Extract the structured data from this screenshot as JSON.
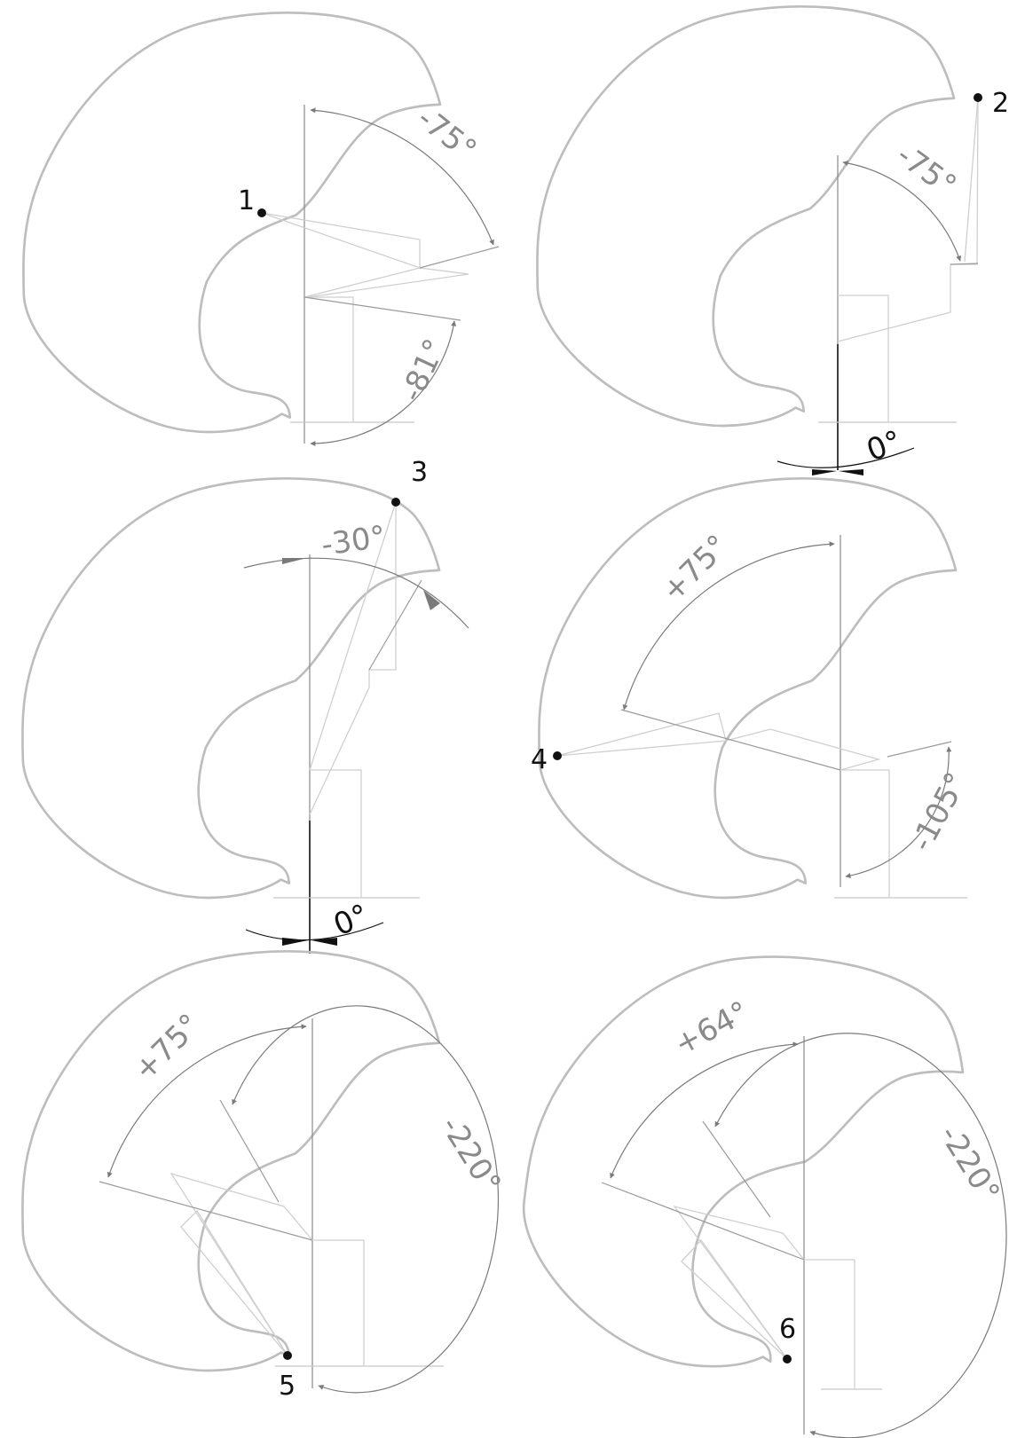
{
  "panels": [
    {
      "point_label": "1",
      "angles": [
        "-75°",
        "-81°"
      ]
    },
    {
      "point_label": "2",
      "angles": [
        "-75°",
        "0°"
      ]
    },
    {
      "point_label": "3",
      "angles": [
        "-30°",
        "0°"
      ]
    },
    {
      "point_label": "4",
      "angles": [
        "+75°",
        "-105°"
      ]
    },
    {
      "point_label": "5",
      "angles": [
        "+75°",
        "-220°"
      ]
    },
    {
      "point_label": "6",
      "angles": [
        "+64°",
        "-220°"
      ]
    }
  ]
}
